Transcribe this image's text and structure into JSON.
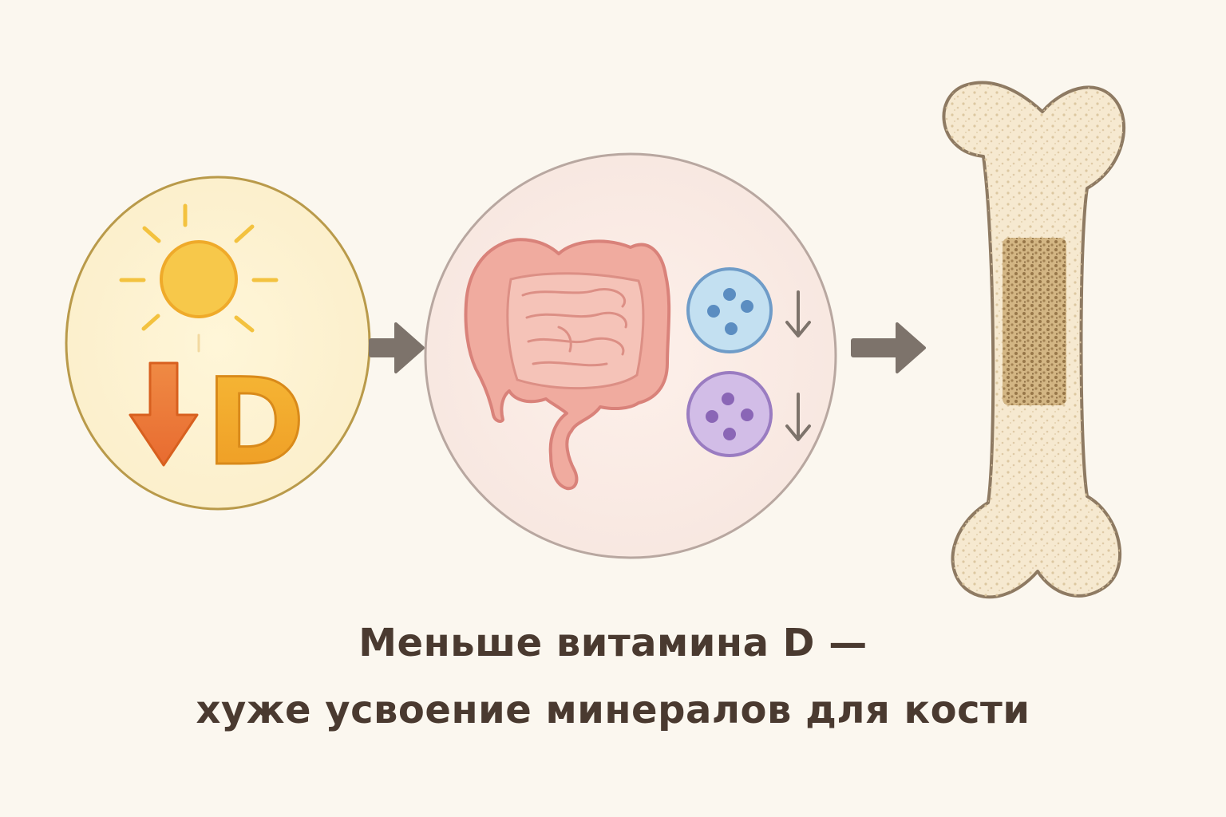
{
  "diagram": {
    "vitamin_label": "D",
    "caption_line1": "Меньше витамина D —",
    "caption_line2": "хуже усвоение минералов для кости"
  },
  "icons": {
    "sun": "sun-icon",
    "down_arrow": "down-arrow-icon",
    "intestine": "intestine-icon",
    "calcium_cell": "calcium-cell-icon",
    "phosphate_cell": "phosphate-cell-icon",
    "flow_arrow": "right-arrow-icon",
    "bone": "bone-icon"
  },
  "colors": {
    "background": "#fbf7ef",
    "sun_yellow": "#f7c23c",
    "arrow_orange": "#ec7b3c",
    "vitamin_d_orange": "#f0a529",
    "intestine_pink": "#eea69a",
    "cell_blue": "#bcdcef",
    "cell_purple": "#cbb6e4",
    "arrow_gray": "#7d736b",
    "bone_beige": "#f5e7cd",
    "text_brown": "#4a3a30"
  }
}
